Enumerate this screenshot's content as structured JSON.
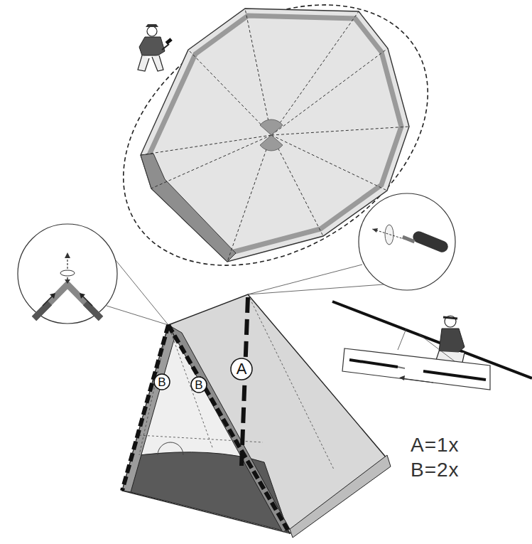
{
  "diagram": {
    "nodes": [
      {
        "text": [
          "B"
        ]
      },
      {
        "text": [
          "B"
        ]
      },
      {
        "text": [
          "A"
        ]
      }
    ],
    "labels": [
      "A=1x",
      "B=2x"
    ]
  }
}
